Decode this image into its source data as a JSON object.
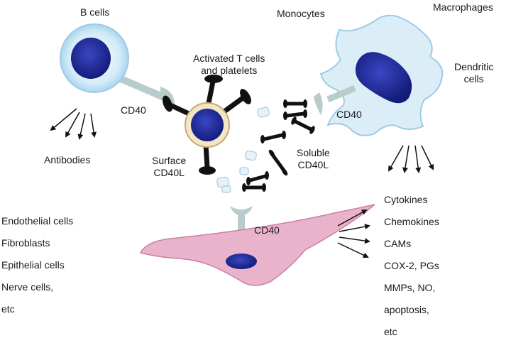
{
  "labels": {
    "b_cells": "B cells",
    "monocytes": "Monocytes",
    "macrophages": "Macrophages",
    "dendritic_line1": "Dendritic",
    "dendritic_line2": "cells",
    "activated_line1": "Activated T cells",
    "activated_line2": "and platelets",
    "cd40_b": "CD40",
    "cd40_macrophage": "CD40",
    "cd40_bottom": "CD40",
    "antibodies": "Antibodies",
    "surface_line1": "Surface",
    "surface_line2": "CD40L",
    "soluble_line1": "Soluble",
    "soluble_line2": "CD40L"
  },
  "target_cells": [
    "Endothelial cells",
    "Fibroblasts",
    "Epithelial cells",
    "Nerve cells,",
    "etc"
  ],
  "products": [
    "Cytokines",
    "Chemokines",
    "CAMs",
    "COX-2, PGs",
    "MMPs, NO,",
    "apoptosis,",
    "etc"
  ],
  "colors": {
    "nucleus": "#1e2a9a",
    "b_cell_body": "#d3ecf8",
    "macrophage_body": "#dbeef8",
    "fibroblast_body": "#eab3cc",
    "tcell_ring": "#f2e6c8",
    "receptor": "#b8cccc",
    "ligand": "#111111"
  },
  "icons": {
    "receptor": "y-receptor-shape",
    "ligand": "dumbbell-ligand",
    "arrow": "arrow-icon"
  }
}
